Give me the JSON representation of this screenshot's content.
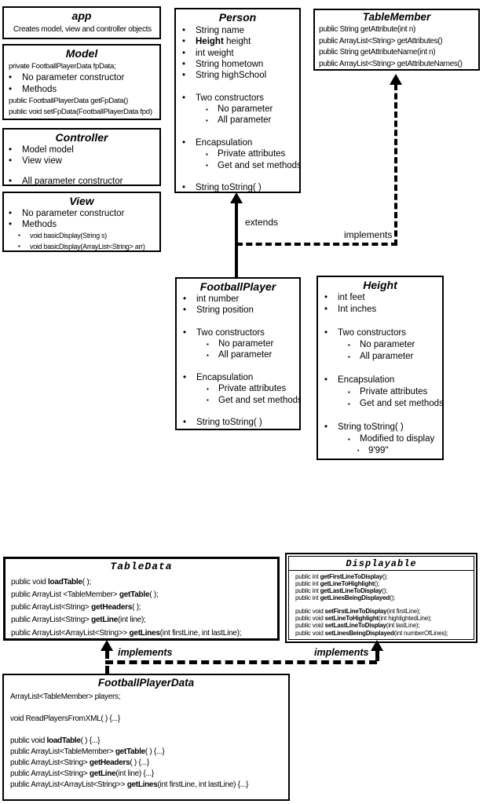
{
  "boxes": {
    "app": {
      "title": "app",
      "lines": [
        {
          "kind": "plain",
          "seg": [
            {
              "t": "Creates model, view and controller objects"
            }
          ]
        }
      ]
    },
    "model": {
      "title": "Model",
      "lines": [
        {
          "kind": "plain",
          "seg": [
            {
              "t": "private FootballPlayerData fpData;"
            }
          ]
        },
        {
          "kind": "b1",
          "seg": [
            {
              "t": "No parameter constructor"
            }
          ]
        },
        {
          "kind": "b1",
          "seg": [
            {
              "t": "Methods"
            }
          ]
        },
        {
          "kind": "plain",
          "seg": [
            {
              "t": "public FootballPlayerData getFpData()"
            }
          ]
        },
        {
          "kind": "plain",
          "seg": [
            {
              "t": "public void setFpData(FootballPlayerData fpd)"
            }
          ]
        }
      ]
    },
    "controller": {
      "title": "Controller",
      "lines": [
        {
          "kind": "b1",
          "seg": [
            {
              "t": "Model model"
            }
          ]
        },
        {
          "kind": "b1",
          "seg": [
            {
              "t": "View view"
            }
          ]
        },
        {
          "kind": "gap"
        },
        {
          "kind": "b1",
          "seg": [
            {
              "t": "All parameter constructor"
            }
          ]
        }
      ]
    },
    "view": {
      "title": "View",
      "lines": [
        {
          "kind": "b1",
          "seg": [
            {
              "t": "No parameter constructor"
            }
          ]
        },
        {
          "kind": "b1",
          "seg": [
            {
              "t": "Methods"
            }
          ]
        },
        {
          "kind": "b2",
          "seg": [
            {
              "t": "void basicDisplay(String s)"
            }
          ]
        },
        {
          "kind": "b2",
          "seg": [
            {
              "t": "void basicDisplay(ArrayList<String> arr)"
            }
          ]
        }
      ]
    },
    "person": {
      "title": "Person",
      "lines": [
        {
          "kind": "b1",
          "seg": [
            {
              "t": "String name"
            }
          ]
        },
        {
          "kind": "b1",
          "seg": [
            {
              "t": "Height",
              "b": true
            },
            {
              "t": " height"
            }
          ]
        },
        {
          "kind": "b1",
          "seg": [
            {
              "t": "int weight"
            }
          ]
        },
        {
          "kind": "b1",
          "seg": [
            {
              "t": "String hometown"
            }
          ]
        },
        {
          "kind": "b1",
          "seg": [
            {
              "t": "String highSchool"
            }
          ]
        },
        {
          "kind": "gap"
        },
        {
          "kind": "b1",
          "seg": [
            {
              "t": "Two constructors"
            }
          ]
        },
        {
          "kind": "b2",
          "seg": [
            {
              "t": "No parameter"
            }
          ]
        },
        {
          "kind": "b2",
          "seg": [
            {
              "t": "All parameter"
            }
          ]
        },
        {
          "kind": "gap"
        },
        {
          "kind": "b1",
          "seg": [
            {
              "t": "Encapsulation"
            }
          ]
        },
        {
          "kind": "b2",
          "seg": [
            {
              "t": "Private attributes"
            }
          ]
        },
        {
          "kind": "b2",
          "seg": [
            {
              "t": "Get and set methods"
            }
          ]
        },
        {
          "kind": "gap"
        },
        {
          "kind": "b1",
          "seg": [
            {
              "t": "String toString( )"
            }
          ]
        }
      ]
    },
    "tablemember": {
      "title": "TableMember",
      "lines": [
        {
          "kind": "plain",
          "seg": [
            {
              "t": "public String getAttribute(int n)"
            }
          ]
        },
        {
          "kind": "plain",
          "seg": [
            {
              "t": "public ArrayList<String> getAttributes()"
            }
          ]
        },
        {
          "kind": "plain",
          "seg": [
            {
              "t": "public String getAttributeName(int n)"
            }
          ]
        },
        {
          "kind": "plain",
          "seg": [
            {
              "t": "public ArrayList<String> getAttributeNames()"
            }
          ]
        }
      ]
    },
    "footballplayer": {
      "title": "FootballPlayer",
      "lines": [
        {
          "kind": "b1",
          "seg": [
            {
              "t": "int number"
            }
          ]
        },
        {
          "kind": "b1",
          "seg": [
            {
              "t": "String position"
            }
          ]
        },
        {
          "kind": "gap"
        },
        {
          "kind": "b1",
          "seg": [
            {
              "t": "Two constructors"
            }
          ]
        },
        {
          "kind": "b2",
          "seg": [
            {
              "t": "No parameter"
            }
          ]
        },
        {
          "kind": "b2",
          "seg": [
            {
              "t": "All parameter"
            }
          ]
        },
        {
          "kind": "gap"
        },
        {
          "kind": "b1",
          "seg": [
            {
              "t": "Encapsulation"
            }
          ]
        },
        {
          "kind": "b2",
          "seg": [
            {
              "t": "Private attributes"
            }
          ]
        },
        {
          "kind": "b2",
          "seg": [
            {
              "t": "Get and set methods"
            }
          ]
        },
        {
          "kind": "gap"
        },
        {
          "kind": "b1",
          "seg": [
            {
              "t": "String toString( )"
            }
          ]
        }
      ]
    },
    "height": {
      "title": "Height",
      "lines": [
        {
          "kind": "b1",
          "seg": [
            {
              "t": "int feet"
            }
          ]
        },
        {
          "kind": "b1",
          "seg": [
            {
              "t": "Int inches"
            }
          ]
        },
        {
          "kind": "gap"
        },
        {
          "kind": "b1",
          "seg": [
            {
              "t": "Two constructors"
            }
          ]
        },
        {
          "kind": "b2",
          "seg": [
            {
              "t": "No parameter"
            }
          ]
        },
        {
          "kind": "b2",
          "seg": [
            {
              "t": "All parameter"
            }
          ]
        },
        {
          "kind": "gap"
        },
        {
          "kind": "b1",
          "seg": [
            {
              "t": "Encapsulation"
            }
          ]
        },
        {
          "kind": "b2",
          "seg": [
            {
              "t": "Private attributes"
            }
          ]
        },
        {
          "kind": "b2",
          "seg": [
            {
              "t": "Get and set methods"
            }
          ]
        },
        {
          "kind": "gap"
        },
        {
          "kind": "b1",
          "seg": [
            {
              "t": "String toString( )"
            }
          ]
        },
        {
          "kind": "b2",
          "seg": [
            {
              "t": "Modified to display"
            }
          ]
        },
        {
          "kind": "b3",
          "seg": [
            {
              "t": "9'99\""
            }
          ]
        }
      ]
    },
    "tabledata": {
      "title": "TableData",
      "lines": [
        {
          "kind": "plain",
          "seg": [
            {
              "t": "public void "
            },
            {
              "t": "loadTable",
              "b": true
            },
            {
              "t": "( );"
            }
          ]
        },
        {
          "kind": "plain",
          "seg": [
            {
              "t": "public ArrayList <TableMember> "
            },
            {
              "t": "getTable",
              "b": true
            },
            {
              "t": "( );"
            }
          ]
        },
        {
          "kind": "plain",
          "seg": [
            {
              "t": "public ArrayList<String> "
            },
            {
              "t": "getHeaders",
              "b": true
            },
            {
              "t": "( );"
            }
          ]
        },
        {
          "kind": "plain",
          "seg": [
            {
              "t": "public ArrayList<String> "
            },
            {
              "t": "getLine",
              "b": true
            },
            {
              "t": "(int line);"
            }
          ]
        },
        {
          "kind": "plain",
          "seg": [
            {
              "t": "public ArrayList<ArrayList<String>> "
            },
            {
              "t": "getLines",
              "b": true
            },
            {
              "t": "(int firstLine, int lastLine);"
            }
          ]
        }
      ]
    },
    "displayable": {
      "title": "Displayable",
      "lines": [
        {
          "kind": "plain",
          "seg": [
            {
              "t": "public int "
            },
            {
              "t": "getFirstLineToDisplay",
              "b": true
            },
            {
              "t": "();"
            }
          ]
        },
        {
          "kind": "plain",
          "seg": [
            {
              "t": "public int "
            },
            {
              "t": "getLineToHighlight",
              "b": true
            },
            {
              "t": "();"
            }
          ]
        },
        {
          "kind": "plain",
          "seg": [
            {
              "t": "public int "
            },
            {
              "t": "getLastLineToDisplay",
              "b": true
            },
            {
              "t": "();"
            }
          ]
        },
        {
          "kind": "plain",
          "seg": [
            {
              "t": "public int "
            },
            {
              "t": "getLinesBeingDisplayed",
              "b": true
            },
            {
              "t": "();"
            }
          ]
        },
        {
          "kind": "gap"
        },
        {
          "kind": "plain",
          "seg": [
            {
              "t": "public void "
            },
            {
              "t": "setFirstLineToDisplay",
              "b": true
            },
            {
              "t": "(int firstLine);"
            }
          ]
        },
        {
          "kind": "plain",
          "seg": [
            {
              "t": "public void "
            },
            {
              "t": "setLineToHighlight",
              "b": true
            },
            {
              "t": "(int highlightedLine);"
            }
          ]
        },
        {
          "kind": "plain",
          "seg": [
            {
              "t": "public void "
            },
            {
              "t": "setLastLineToDisplay",
              "b": true
            },
            {
              "t": "(int lastLine);"
            }
          ]
        },
        {
          "kind": "plain",
          "seg": [
            {
              "t": "public void "
            },
            {
              "t": "setLinesBeingDisplayed",
              "b": true
            },
            {
              "t": "(int numberOfLines);"
            }
          ]
        }
      ]
    },
    "footballplayerdata": {
      "title": "FootballPlayerData",
      "lines": [
        {
          "kind": "plain",
          "seg": [
            {
              "t": "ArrayList<TableMember> players;"
            }
          ]
        },
        {
          "kind": "gap"
        },
        {
          "kind": "plain",
          "seg": [
            {
              "t": "void ReadPlayersFromXML( ) {...}"
            }
          ]
        },
        {
          "kind": "gap"
        },
        {
          "kind": "plain",
          "seg": [
            {
              "t": "public void "
            },
            {
              "t": "loadTable",
              "b": true
            },
            {
              "t": "( ) {...}"
            }
          ]
        },
        {
          "kind": "plain",
          "seg": [
            {
              "t": "public ArrayList<TableMember> "
            },
            {
              "t": "getTable",
              "b": true
            },
            {
              "t": "( ) {...}"
            }
          ]
        },
        {
          "kind": "plain",
          "seg": [
            {
              "t": "public ArrayList<String> "
            },
            {
              "t": "getHeaders",
              "b": true
            },
            {
              "t": "( ) {...}"
            }
          ]
        },
        {
          "kind": "plain",
          "seg": [
            {
              "t": "public ArrayList<String> "
            },
            {
              "t": "getLine",
              "b": true
            },
            {
              "t": "(int line) {...}"
            }
          ]
        },
        {
          "kind": "plain",
          "seg": [
            {
              "t": "public ArrayList<ArrayList<String>> "
            },
            {
              "t": "getLines",
              "b": true
            },
            {
              "t": "(int firstLine, int lastLine) {...}"
            }
          ]
        }
      ]
    }
  },
  "labels": {
    "extends": "extends",
    "implements_top": "implements",
    "implements_left": "implements",
    "implements_right": "implements"
  },
  "colors": {
    "line": "#000000",
    "background": "#ffffff"
  }
}
